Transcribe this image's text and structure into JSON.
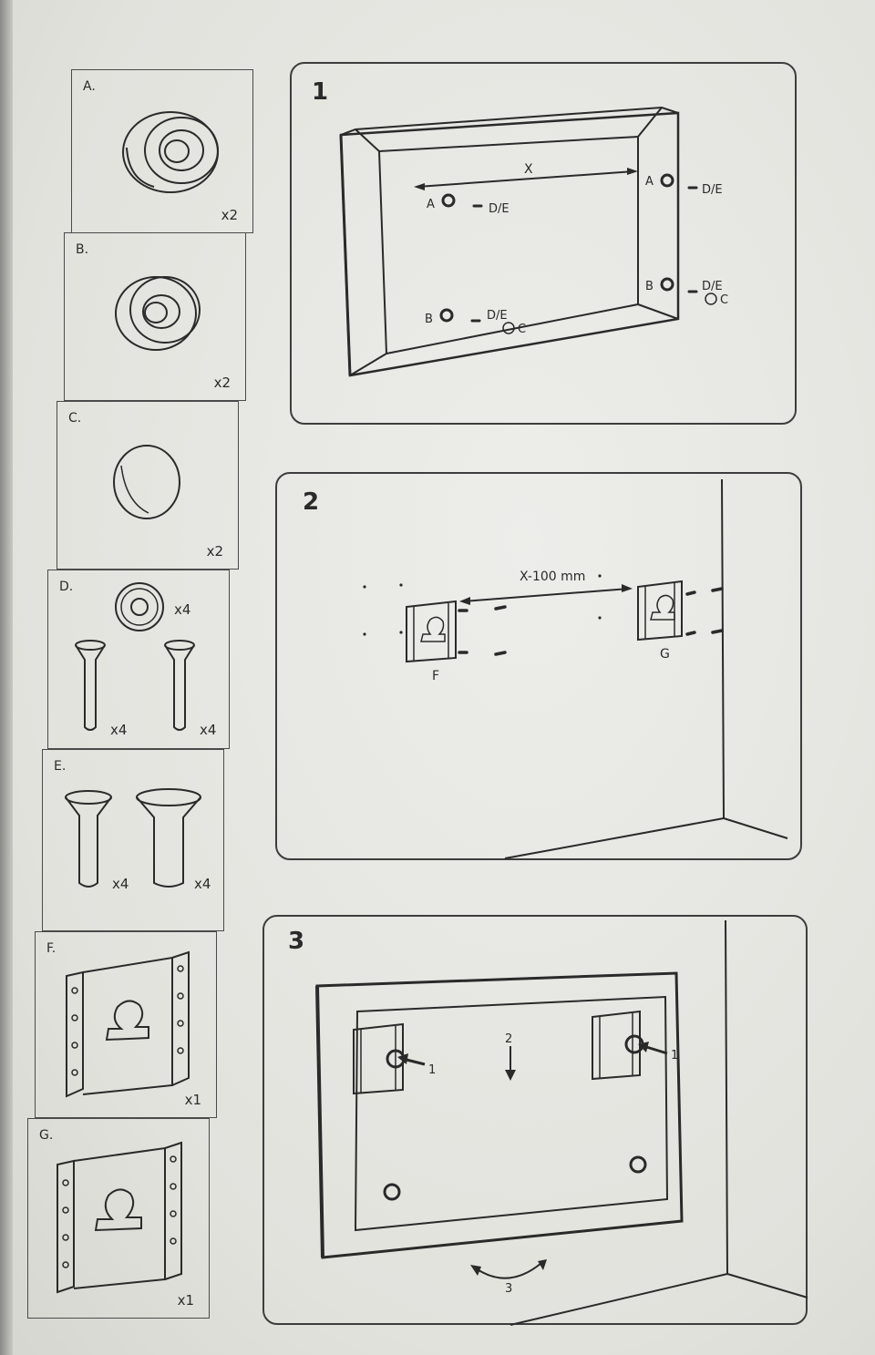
{
  "parts": [
    {
      "letter": "A.",
      "qty": "x2"
    },
    {
      "letter": "B.",
      "qty": "x2"
    },
    {
      "letter": "C.",
      "qty": "x2"
    },
    {
      "letter": "D.",
      "qty_washer": "x4",
      "qty_screw1": "x4",
      "qty_screw2": "x4"
    },
    {
      "letter": "E.",
      "qty_screw1": "x4",
      "qty_screw2": "x4"
    },
    {
      "letter": "F.",
      "qty": "x1"
    },
    {
      "letter": "G.",
      "qty": "x1"
    }
  ],
  "step1": {
    "number": "1",
    "x_label": "X",
    "label_a": "A",
    "label_b": "B",
    "label_de": "D/E",
    "label_c": "C"
  },
  "step2": {
    "number": "2",
    "distance_label": "X-100 mm",
    "bracket_f": "F",
    "bracket_g": "G"
  },
  "step3": {
    "number": "3",
    "arrow_1": "1",
    "arrow_2": "2",
    "arrow_3": "3"
  }
}
